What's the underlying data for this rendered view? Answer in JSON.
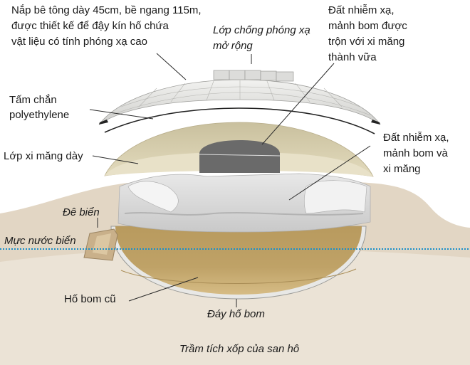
{
  "labels": {
    "concrete_cap": [
      "Nắp bê tông dày 45cm, bề ngang 115m,",
      "được thiết kế để đậy kín hố chứa",
      "vật liệu có tính phóng xạ cao"
    ],
    "extended_shield": [
      "Lớp chống phóng xạ",
      "mở rộng"
    ],
    "slurry": [
      "Đất nhiễm xạ,",
      "mảnh bom được",
      "trộn với xi măng",
      "thành vữa"
    ],
    "polyethylene": [
      "Tấm chắn",
      "polyethylene"
    ],
    "cement_layer": "Lớp xi măng dày",
    "mixed_debris": [
      "Đất nhiễm xạ,",
      "mảnh bom và",
      "xi măng"
    ],
    "seawall": "Đê biển",
    "sea_level": "Mực nước biển",
    "old_crater": "Hố bom cũ",
    "crater_bottom": "Đáy hố bom",
    "coral_sediment": "Trầm tích xốp của san hô"
  },
  "colors": {
    "sea_level_line": "#1a8fc9",
    "ground": "#e6dccd",
    "crater_fill": "#c7aa6e",
    "cap": "#e4e4e2",
    "cement": "#d6cca8",
    "core": "#6a6a6a"
  }
}
